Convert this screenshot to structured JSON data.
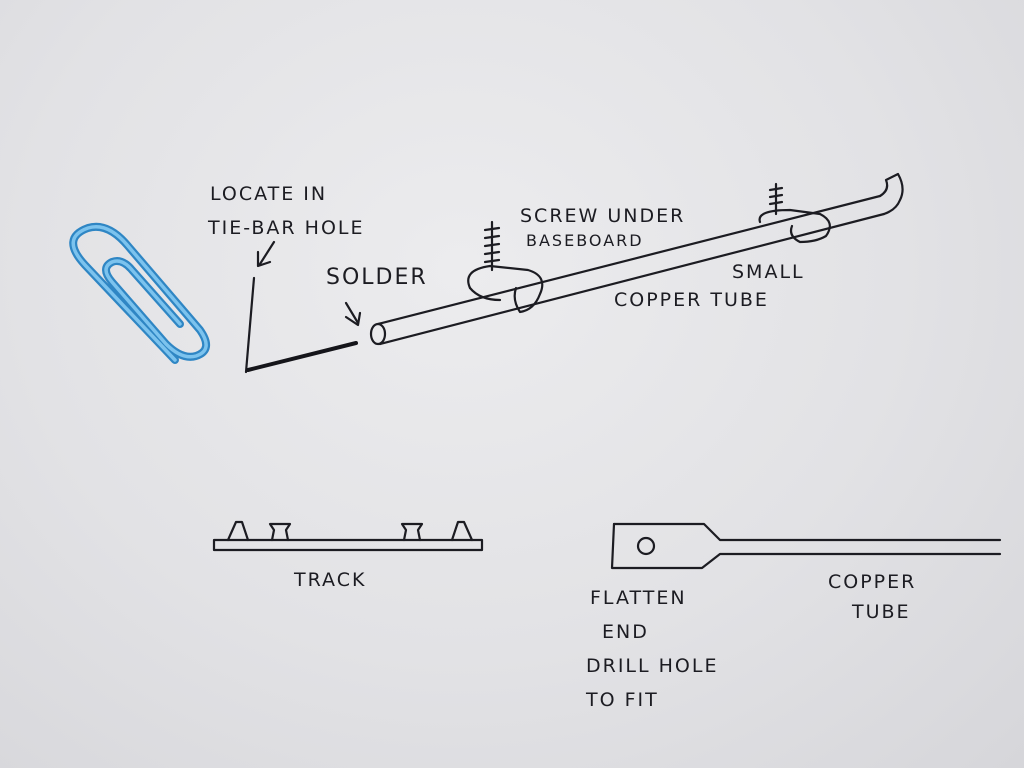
{
  "labels": {
    "locate_line1": "LOCATE IN",
    "locate_line2": "TIE-BAR HOLE",
    "solder": "SOLDER",
    "screw_under_line1": "SCREW UNDER",
    "screw_under_line2": "BASEBOARD",
    "small_copper_tube_line1": "SMALL",
    "small_copper_tube_line2": "COPPER TUBE",
    "track": "TRACK",
    "flatten_line1": "FLATTEN",
    "flatten_line2": "END",
    "flatten_line3": "DRILL HOLE",
    "flatten_line4": "TO FIT",
    "copper_tube_line1": "COPPER",
    "copper_tube_line2": "TUBE"
  },
  "colors": {
    "paper": "#e4e4e7",
    "ink": "#1c1c22",
    "paperclip": "#4aa3d8"
  }
}
